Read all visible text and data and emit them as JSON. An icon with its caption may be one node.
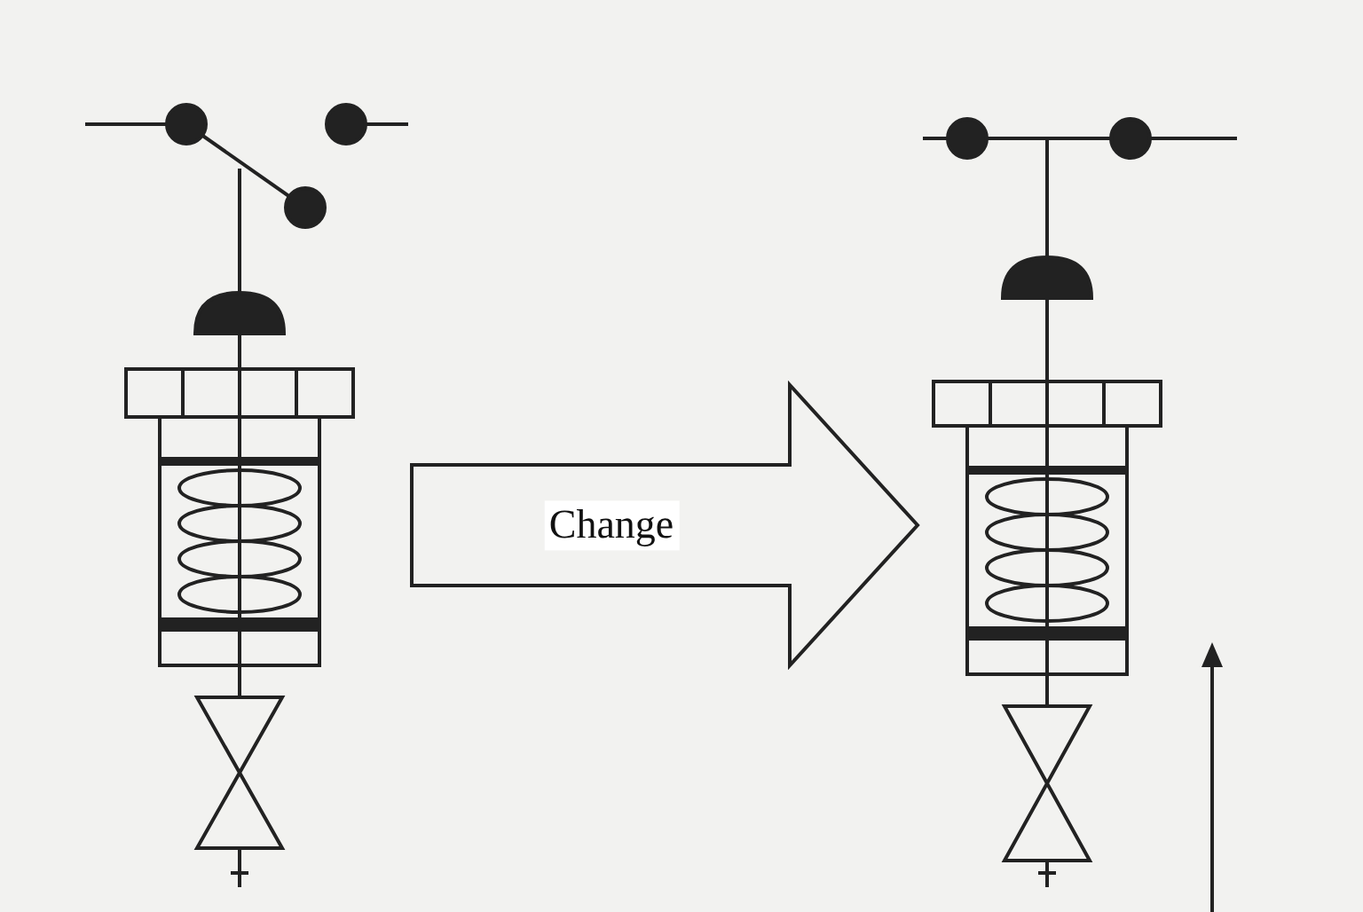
{
  "diagram": {
    "nodes": [
      {
        "text": [],
        "shape": "picture"
      },
      {
        "text": [],
        "shape": "picture"
      }
    ],
    "edges": [
      {
        "from": 0,
        "to": 1,
        "arrow": "to",
        "label": "Change",
        "style": "thick"
      }
    ]
  }
}
